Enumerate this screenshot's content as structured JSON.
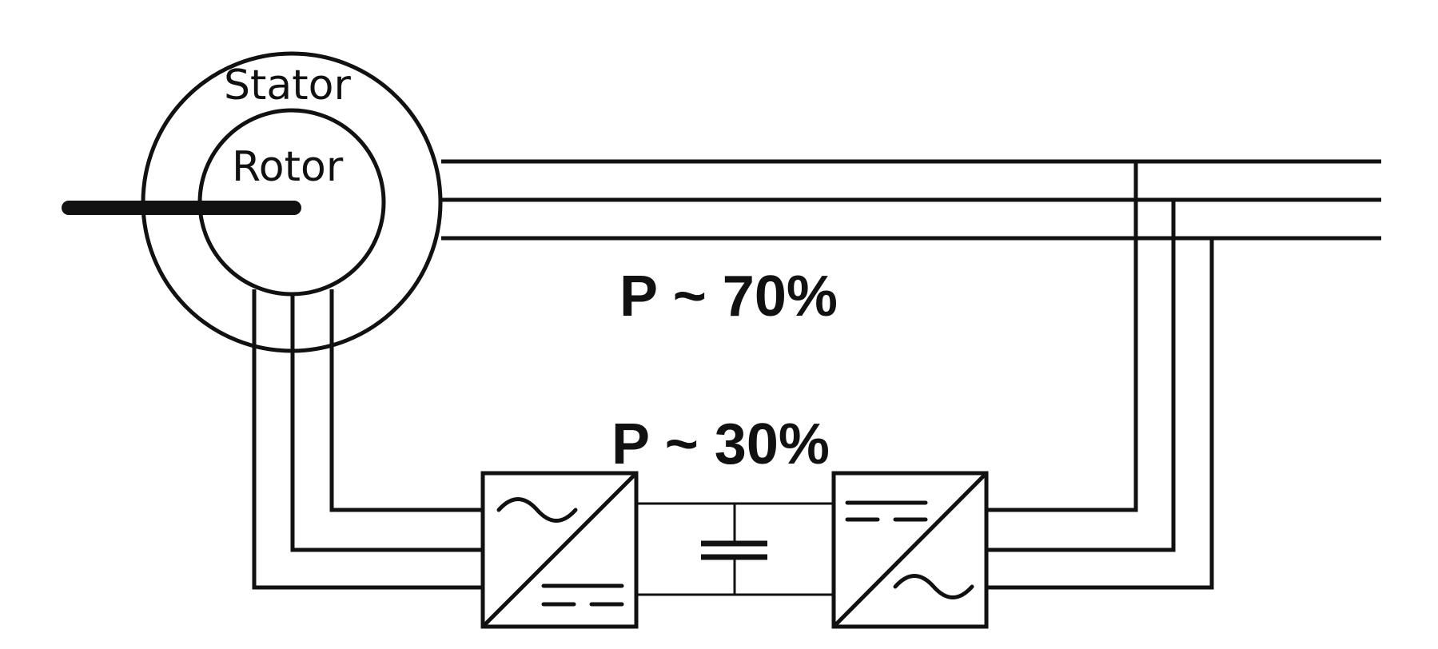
{
  "labels": {
    "stator": "Stator",
    "rotor": "Rotor",
    "stator_power": "P ~ 70%",
    "converter_power": "P ~ 30%"
  },
  "icons": {
    "generator": "stator-rotor-circles-icon",
    "shaft": "shaft-icon",
    "rectifier": "ac-dc-converter-icon",
    "inverter": "dc-ac-converter-icon",
    "capacitor": "capacitor-icon"
  },
  "colors": {
    "line": "#111111",
    "background": "#ffffff"
  }
}
